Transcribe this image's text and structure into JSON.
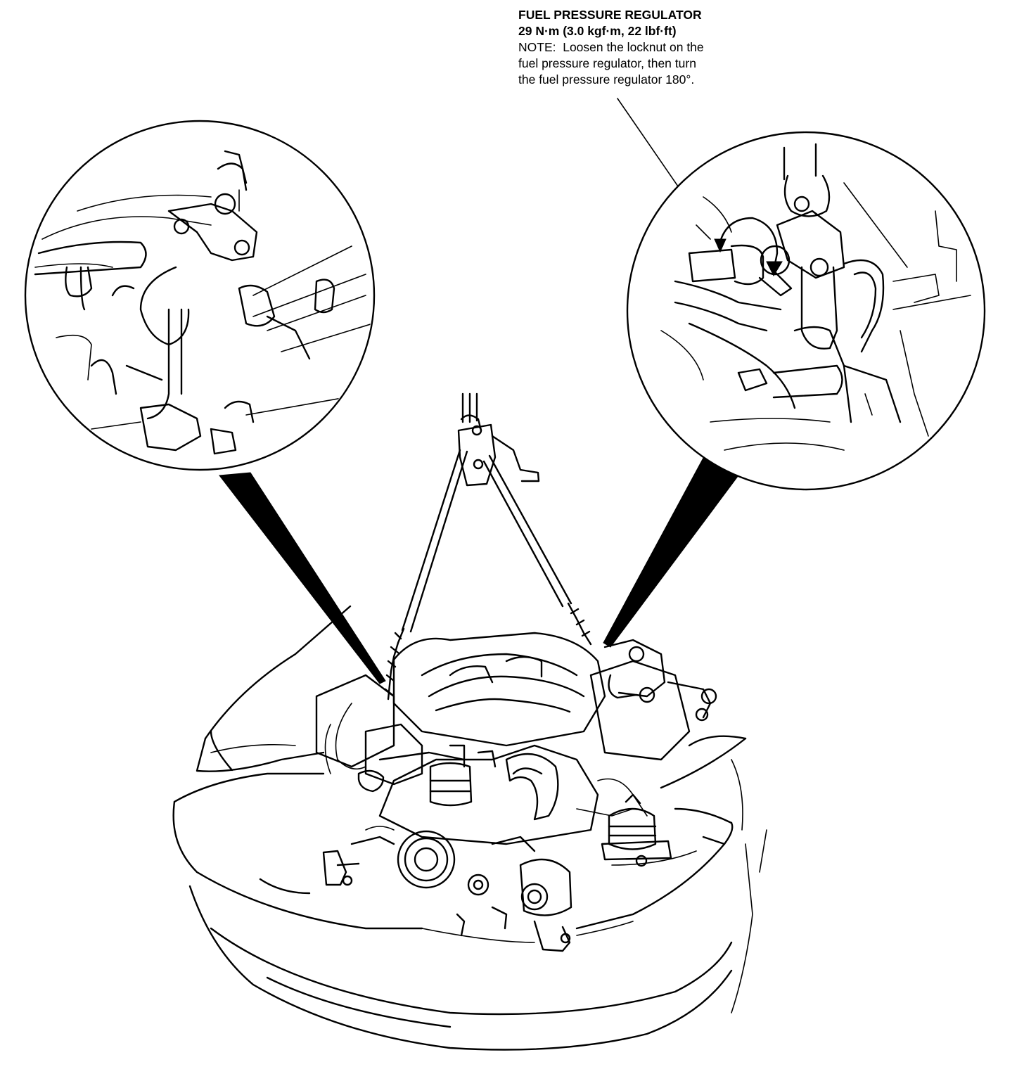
{
  "callout": {
    "title": "FUEL PRESSURE REGULATOR",
    "torque": "29 N·m (3.0 kgf·m, 22 lbf·ft)",
    "note_label": "NOTE:",
    "note_text": "Loosen the locknut on the\nfuel pressure regulator, then turn\nthe fuel pressure regulator 180°."
  },
  "figure": {
    "detail_views": [
      "left-lift-bracket-detail",
      "right-lift-bracket-detail"
    ],
    "rotation_arrow_icon": "curved-arrow-icon"
  }
}
